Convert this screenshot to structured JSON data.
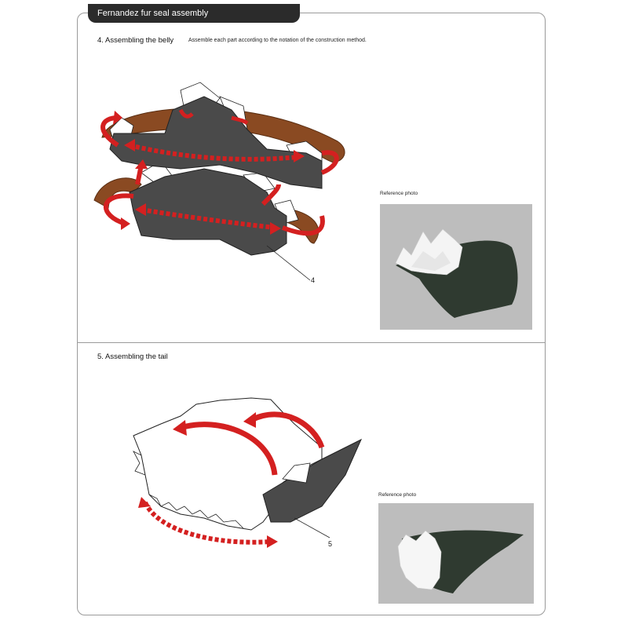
{
  "header": {
    "title": "Fernandez fur seal assembly"
  },
  "section4": {
    "heading": "4. Assembling the belly",
    "instruction": "Assemble each part according to the notation of the construction method.",
    "reference_label": "Reference photo",
    "callout": "4"
  },
  "section5": {
    "heading": "5. Assembling the tail",
    "reference_label": "Reference photo",
    "callout": "5"
  },
  "colors": {
    "arrow_red": "#d42020",
    "strap_brown": "#8a4a22",
    "part_dark": "#4a4a4a",
    "photo_bg": "#bdbdbd",
    "frame": "#9a9a9a"
  }
}
